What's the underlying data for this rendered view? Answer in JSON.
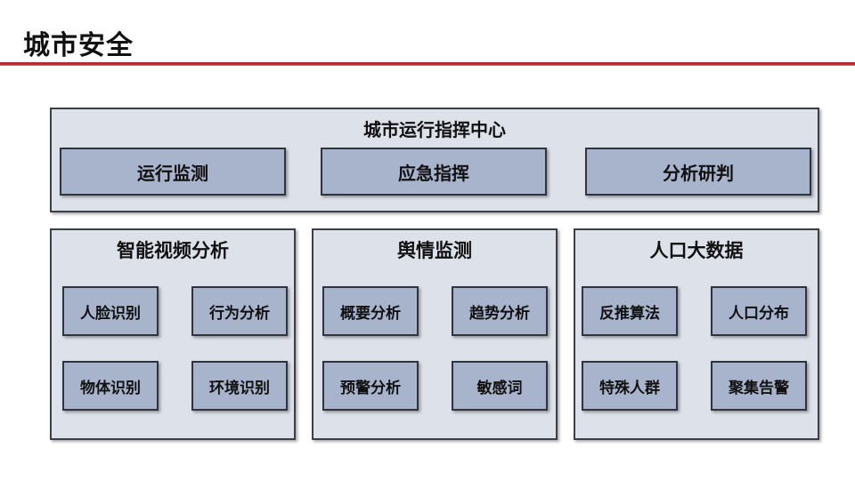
{
  "page": {
    "title": "城市安全"
  },
  "command_center": {
    "title": "城市运行指挥中心",
    "items": [
      "运行监测",
      "应急指挥",
      "分析研判"
    ]
  },
  "groups": [
    {
      "title": "智能视频分析",
      "items": [
        "人脸识别",
        "行为分析",
        "物体识别",
        "环境识别"
      ]
    },
    {
      "title": "舆情监测",
      "items": [
        "概要分析",
        "趋势分析",
        "预警分析",
        "敏感词"
      ]
    },
    {
      "title": "人口大数据",
      "items": [
        "反推算法",
        "人口分布",
        "特殊人群",
        "聚集告警"
      ]
    }
  ],
  "colors": {
    "accent_rule": "#b22a2a",
    "panel_fill": "#dde1ea",
    "box_fill": "#a8b3cc",
    "border": "#3b3f48"
  }
}
